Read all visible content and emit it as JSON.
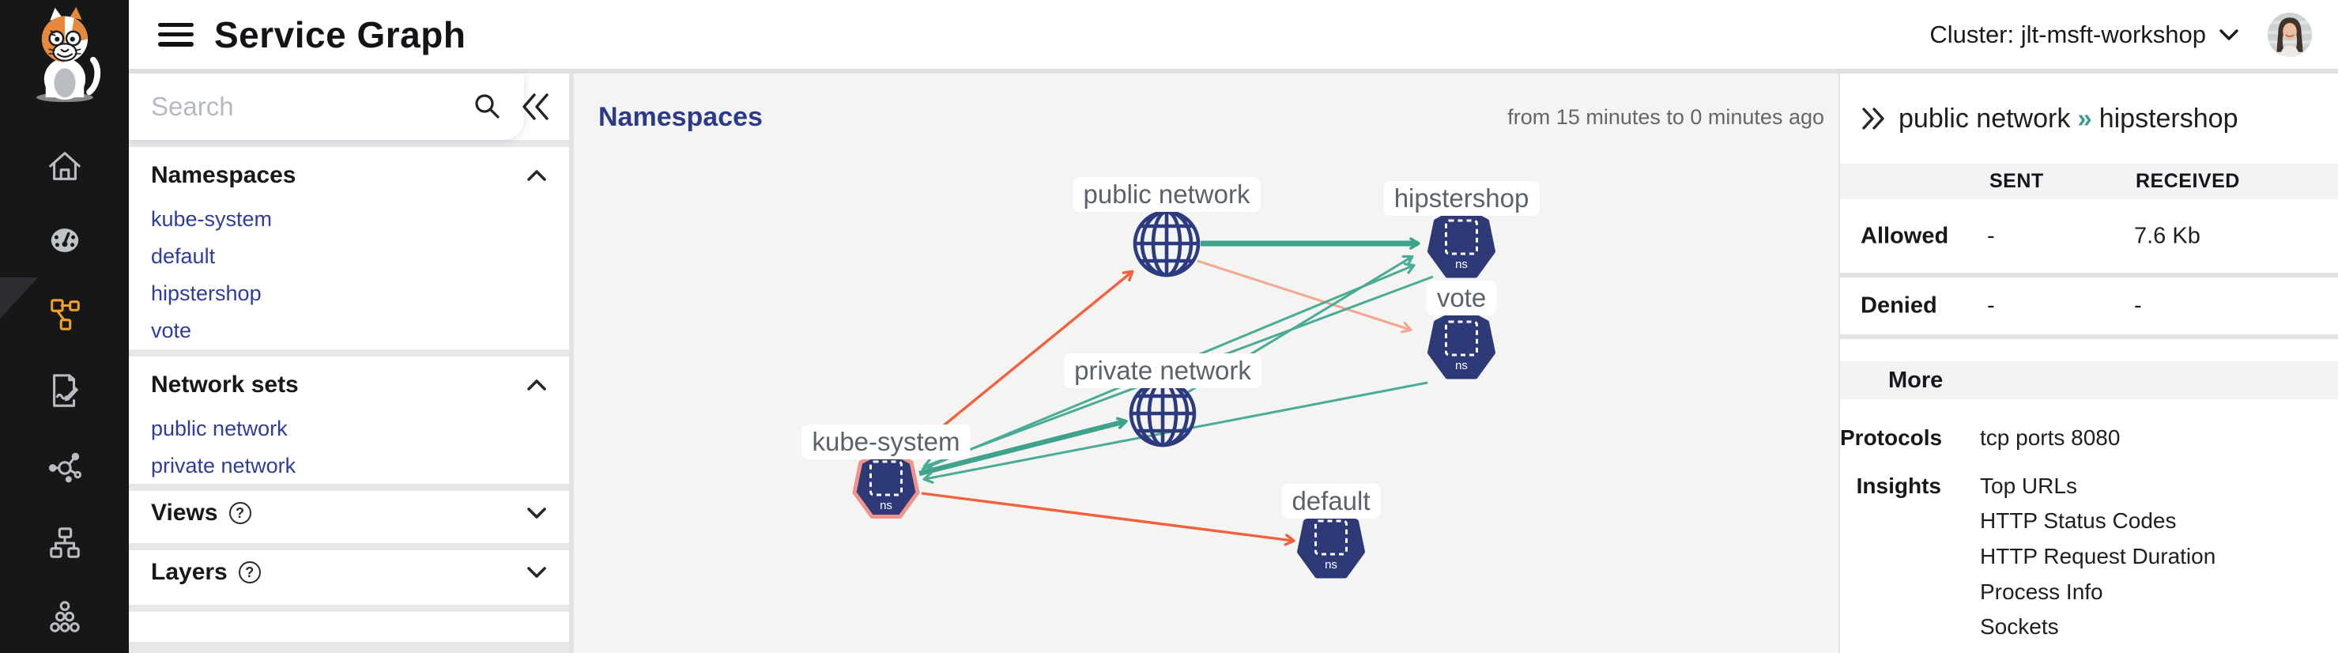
{
  "header": {
    "title": "Service Graph",
    "cluster_label": "Cluster: jlt-msft-workshop"
  },
  "sidebar": {
    "icons": [
      {
        "name": "home",
        "active": false
      },
      {
        "name": "dashboard",
        "active": false
      },
      {
        "name": "service-graph",
        "active": true
      },
      {
        "name": "reports",
        "active": false
      },
      {
        "name": "network-flows",
        "active": false
      },
      {
        "name": "topology",
        "active": false
      },
      {
        "name": "cluster-group",
        "active": false
      }
    ]
  },
  "left_panel": {
    "search_placeholder": "Search",
    "help_glyph": "?",
    "sections": [
      {
        "title": "Namespaces",
        "expanded": true,
        "items": [
          "kube-system",
          "default",
          "hipstershop",
          "vote"
        ]
      },
      {
        "title": "Network sets",
        "expanded": true,
        "items": [
          "public network",
          "private network"
        ]
      },
      {
        "title": "Views",
        "expanded": false,
        "help": true,
        "items": []
      },
      {
        "title": "Layers",
        "expanded": false,
        "help": true,
        "items": []
      }
    ]
  },
  "canvas": {
    "title": "Namespaces",
    "time_range": "from 15 minutes to 0 minutes ago"
  },
  "graph": {
    "node_badge": "ns",
    "nodes": [
      {
        "id": "public-network",
        "label": "public network",
        "type": "network"
      },
      {
        "id": "hipstershop",
        "label": "hipstershop",
        "type": "namespace"
      },
      {
        "id": "vote",
        "label": "vote",
        "type": "namespace"
      },
      {
        "id": "private-network",
        "label": "private network",
        "type": "network"
      },
      {
        "id": "kube-system",
        "label": "kube-system",
        "type": "namespace",
        "highlighted": true
      },
      {
        "id": "default",
        "label": "default",
        "type": "namespace"
      }
    ],
    "edges": [
      {
        "from": "public network",
        "to": "hipstershop",
        "traffic": "allowed",
        "emphasis": "thick"
      },
      {
        "from": "kube-system",
        "to": "public network",
        "traffic": "denied",
        "emphasis": "normal"
      },
      {
        "from": "public network",
        "to": "vote",
        "traffic": "denied",
        "emphasis": "light"
      },
      {
        "from": "kube-system",
        "to": "private network",
        "traffic": "allowed",
        "emphasis": "thick"
      },
      {
        "from": "private network",
        "to": "hipstershop",
        "traffic": "allowed",
        "emphasis": "normal"
      },
      {
        "from": "kube-system",
        "to": "hipstershop",
        "traffic": "allowed",
        "emphasis": "normal"
      },
      {
        "from": "hipstershop",
        "to": "kube-system",
        "traffic": "allowed",
        "emphasis": "normal"
      },
      {
        "from": "vote",
        "to": "kube-system",
        "traffic": "allowed",
        "emphasis": "normal"
      },
      {
        "from": "kube-system",
        "to": "default",
        "traffic": "denied",
        "emphasis": "normal"
      }
    ]
  },
  "details_panel": {
    "breadcrumb": {
      "source": "public network",
      "separator": "»",
      "target": "hipstershop"
    },
    "traffic_table": {
      "columns": [
        "SENT",
        "RECEIVED"
      ],
      "rows": [
        {
          "label": "Allowed",
          "sent": "-",
          "received": "7.6 Kb"
        },
        {
          "label": "Denied",
          "sent": "-",
          "received": "-"
        }
      ]
    },
    "more_label": "More",
    "protocols": {
      "label": "Protocols",
      "value": "tcp ports 8080"
    },
    "insights": {
      "label": "Insights",
      "items": [
        "Top URLs",
        "HTTP Status Codes",
        "HTTP Request Duration",
        "Process Info",
        "Sockets"
      ]
    }
  },
  "colors": {
    "accent_orange": "#f09f2f",
    "allowed_teal": "#3fa28d",
    "allowed_teal_light": "#4aab96",
    "denied_orange": "#f2603d",
    "denied_salmon": "#f5a68f",
    "node_navy": "#2e3a78",
    "link_indigo": "#2f3c99",
    "selected_node_outline": "#f0938a"
  }
}
